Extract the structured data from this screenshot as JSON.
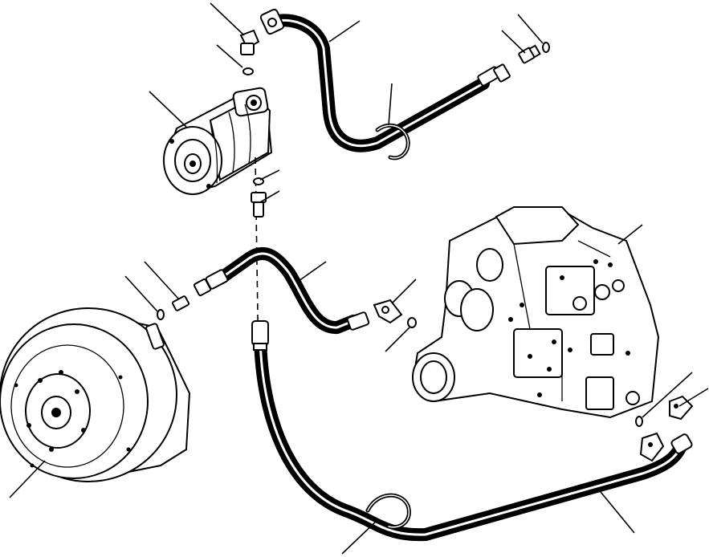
{
  "diagram": {
    "type": "exploded-parts-diagram",
    "text_labels": [],
    "components": [
      {
        "id": "hydraulic-pump",
        "icon": "pump-icon"
      },
      {
        "id": "torque-converter",
        "icon": "converter-icon"
      },
      {
        "id": "transmission-control-valve-housing",
        "icon": "transmission-icon"
      },
      {
        "id": "upper-hose",
        "icon": "hose-icon"
      },
      {
        "id": "middle-hose",
        "icon": "hose-icon"
      },
      {
        "id": "lower-hose",
        "icon": "hose-icon"
      },
      {
        "id": "hose-clamp-upper",
        "icon": "clamp-icon"
      },
      {
        "id": "hose-clamp-lower",
        "icon": "clamp-icon"
      },
      {
        "id": "split-flange",
        "icon": "flange-icon"
      }
    ],
    "leader_line_count": 19,
    "colors": {
      "line": "#000000",
      "background": "#ffffff"
    }
  }
}
